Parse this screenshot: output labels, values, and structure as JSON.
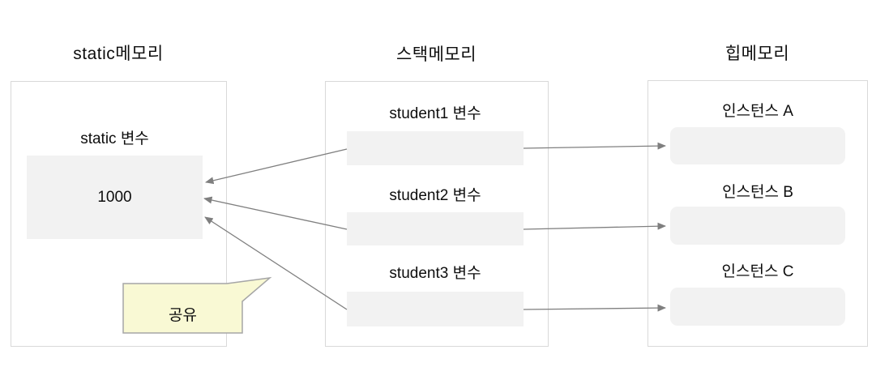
{
  "columns": {
    "static": {
      "title": "static메모리",
      "variable_label": "static 변수",
      "value": "1000"
    },
    "stack": {
      "title": "스택메모리",
      "items": [
        {
          "label": "student1 변수"
        },
        {
          "label": "student2 변수"
        },
        {
          "label": "student3 변수"
        }
      ]
    },
    "heap": {
      "title": "힙메모리",
      "items": [
        {
          "label": "인스턴스 A"
        },
        {
          "label": "인스턴스 B"
        },
        {
          "label": "인스턴스 C"
        }
      ]
    }
  },
  "callout": {
    "label": "공유"
  },
  "connections": [
    {
      "from": "student1-variable-slot",
      "to": "static-variable-box"
    },
    {
      "from": "student2-variable-slot",
      "to": "static-variable-box"
    },
    {
      "from": "student3-variable-slot",
      "to": "static-variable-box"
    },
    {
      "from": "student1-variable-slot",
      "to": "instance-a-slot"
    },
    {
      "from": "student2-variable-slot",
      "to": "instance-b-slot"
    },
    {
      "from": "student3-variable-slot",
      "to": "instance-c-slot"
    }
  ],
  "colors": {
    "slot_fill": "#f2f2f2",
    "panel_border": "#d9d9d9",
    "arrow": "#7f7f7f",
    "callout_fill": "#f9f9d4",
    "callout_border": "#a6a6a6"
  }
}
